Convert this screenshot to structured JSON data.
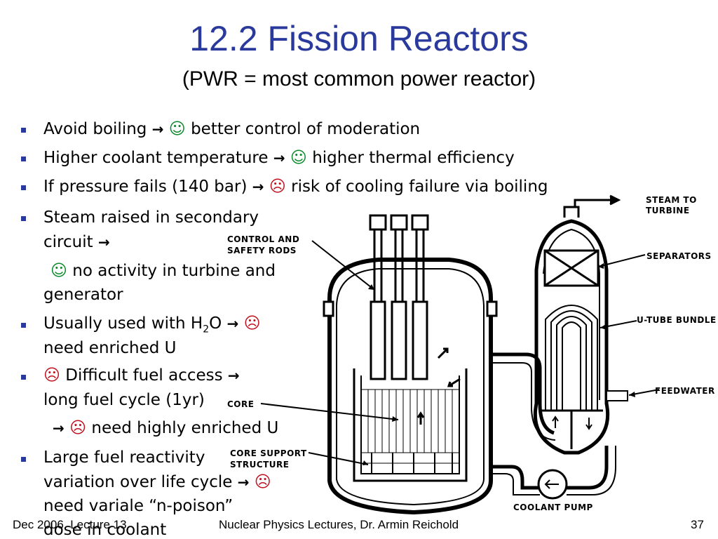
{
  "slide": {
    "title": "12.2 Fission Reactors",
    "subtitle": "(PWR = most common power reactor)",
    "bullets": {
      "b1": {
        "a": "Avoid boiling ",
        "b": " better control of moderation"
      },
      "b2": {
        "a": "Higher coolant temperature ",
        "b": " higher thermal efficiency"
      },
      "b3": {
        "a": "If pressure fails (140 bar) ",
        "b": " risk of cooling failure via boiling"
      },
      "b4": {
        "l1": "Steam raised in secondary",
        "l2": "circuit ",
        "l3": " no activity in turbine and",
        "l4": "generator"
      },
      "b5": {
        "a": "Usually used with H",
        "sub": "2",
        "b": "O ",
        "l2": "need enriched U"
      },
      "b6": {
        "a": " Difficult fuel access ",
        "l2": "long fuel cycle (1yr)",
        "l3": " need highly enriched U"
      },
      "b7": {
        "l1": "Large fuel reactivity",
        "l2": "variation over life cycle ",
        "l3": "need variale “n-poison”",
        "l4": "dose in coolant"
      }
    },
    "symbols": {
      "arrow": "→",
      "smile": "☺",
      "frown": "☹"
    }
  },
  "diagram": {
    "labels": {
      "steam_to_turbine_1": "STEAM TO",
      "steam_to_turbine_2": "TURBINE",
      "control_rods_1": "CONTROL AND",
      "control_rods_2": "SAFETY RODS",
      "separators": "SEPARATORS",
      "u_tube_bundle": "U-TUBE BUNDLE",
      "feedwater": "FEEDWATER",
      "core": "CORE",
      "core_support_1": "CORE SUPPORT",
      "core_support_2": "STRUCTURE",
      "coolant_pump": "COOLANT PUMP"
    }
  },
  "footer": {
    "left": "Dec 2006, Lecture 13",
    "center": "Nuclear Physics  Lectures, Dr. Armin Reichold",
    "page": "37"
  }
}
